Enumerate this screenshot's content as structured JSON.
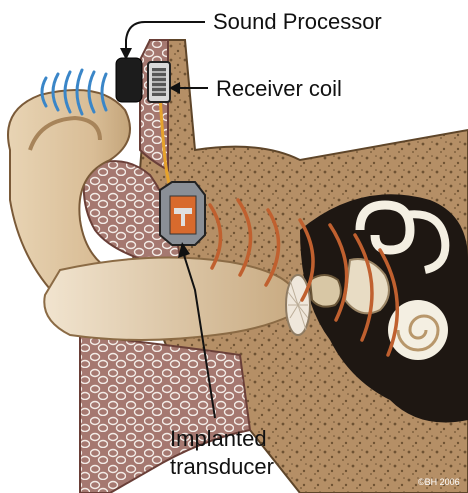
{
  "labels": {
    "sound_processor": "Sound Processor",
    "receiver_coil": "Receiver coil",
    "implanted_transducer_line1": "Implanted",
    "implanted_transducer_line2": "transducer"
  },
  "copyright": "©BH 2006",
  "colors": {
    "skin": "#dcc29e",
    "skin_shadow": "#b8976b",
    "bone": "#b58f66",
    "bone_dark": "#8a6a47",
    "bone_speckle": "#6e5233",
    "soft_tissue": "#a57870",
    "soft_tissue_dark": "#7d5149",
    "sound_waves_air": "#3a86c8",
    "sound_waves_bone": "#c0602f",
    "processor": "#1c1c1c",
    "wire": "#e6a32c",
    "cochlea": "#f4efe2"
  },
  "icons": [
    "sound-processor-icon",
    "receiver-coil-icon",
    "transducer-icon",
    "eardrum-icon",
    "cochlea-icon"
  ]
}
